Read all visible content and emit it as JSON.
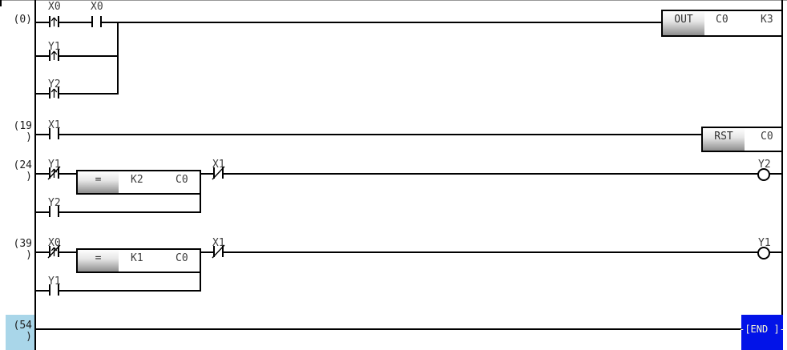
{
  "editor": {
    "rung_numbers": [
      "(0)",
      "(19\n)",
      "(24\n)",
      "(39\n)",
      "(54\n)"
    ],
    "colors": {
      "end_block_blue": "#0213e8",
      "selection_blue": "#a9d6e9",
      "block_gradient_gray": "#8e8e8e",
      "line_black": "#000000"
    },
    "r0": {
      "contact1": "X0",
      "contact2": "X0",
      "branch1": "Y1",
      "branch2": "Y2",
      "block": {
        "mnemonic": "OUT",
        "operand1": "C0",
        "operand2": "K3"
      }
    },
    "r19": {
      "contact1": "X1",
      "block": {
        "mnemonic": "RST",
        "operand1": "C0"
      }
    },
    "r24": {
      "contact1": "Y1",
      "contact2": "X1",
      "branch1": "Y2",
      "block": {
        "mnemonic": "=",
        "operand1": "K2",
        "operand2": "C0"
      },
      "coil": "Y2"
    },
    "r39": {
      "contact1": "X0",
      "contact2": "X1",
      "branch1": "Y1",
      "block": {
        "mnemonic": "=",
        "operand1": "K1",
        "operand2": "C0"
      },
      "coil": "Y1"
    },
    "r54": {
      "end_label": "-[END ]-"
    }
  }
}
